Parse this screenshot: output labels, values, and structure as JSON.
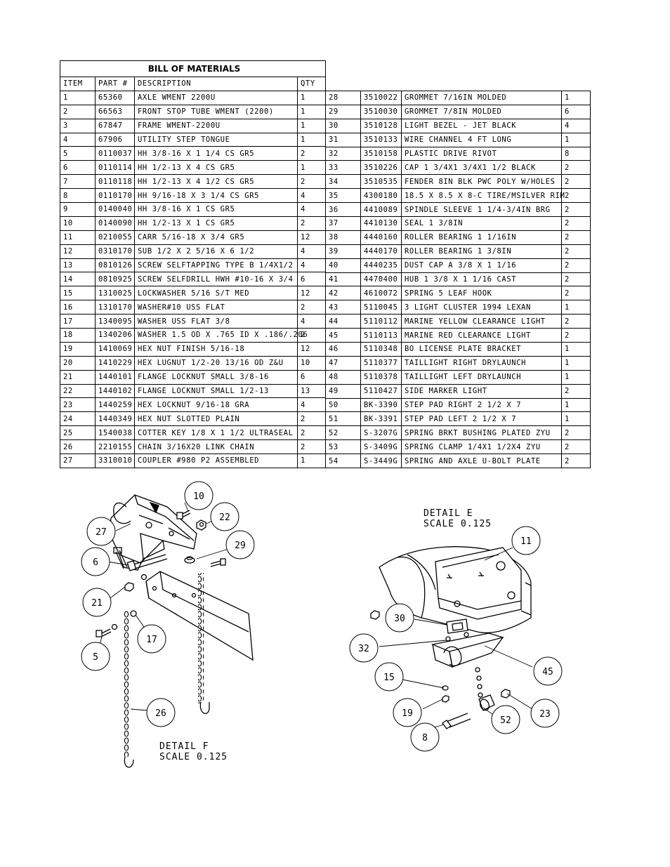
{
  "bom": {
    "title": "BILL OF MATERIALS",
    "headers": {
      "item": "ITEM",
      "part": "PART #",
      "description": "DESCRIPTION",
      "qty": "QTY"
    },
    "rows_left": [
      [
        "1",
        "65360",
        "AXLE WMENT 2200U",
        "1"
      ],
      [
        "2",
        "66563",
        "FRONT STOP TUBE WMENT (2200)",
        "1"
      ],
      [
        "3",
        "67847",
        "FRAME WMENT-2200U",
        "1"
      ],
      [
        "4",
        "67906",
        "UTILITY STEP TONGUE",
        "1"
      ],
      [
        "5",
        "0110037",
        "HH 3/8-16 X 1 1/4 CS GR5",
        "2"
      ],
      [
        "6",
        "0110114",
        "HH 1/2-13 X 4 CS GR5",
        "1"
      ],
      [
        "7",
        "0110118",
        "HH 1/2-13 X 4 1/2 CS GR5",
        "2"
      ],
      [
        "8",
        "0110170",
        "HH 9/16-18 X 3 1/4 CS GR5",
        "4"
      ],
      [
        "9",
        "0140040",
        "HH 3/8-16 X 1 CS GR5",
        "4"
      ],
      [
        "10",
        "0140090",
        "HH 1/2-13 X 1 CS GR5",
        "2"
      ],
      [
        "11",
        "0210055",
        "CARR 5/16-18 X 3/4 GR5",
        "12"
      ],
      [
        "12",
        "0310170",
        "SUB 1/2 X 2 5/16 X 6 1/2",
        "4"
      ],
      [
        "13",
        "0810126",
        "SCREW SELFTAPPING TYPE B 1/4X1/2",
        "4"
      ],
      [
        "14",
        "0810925",
        "SCREW SELFDRILL HWH #10-16 X 3/4",
        "6"
      ],
      [
        "15",
        "1310025",
        "LOCKWASHER 5/16 S/T MED",
        "12"
      ],
      [
        "16",
        "1310170",
        "WASHER#10 USS FLAT",
        "2"
      ],
      [
        "17",
        "1340095",
        "WASHER USS FLAT 3/8",
        "4"
      ],
      [
        "18",
        "1340206",
        "WASHER 1.5 OD X .765 ID X .186/.206",
        "2"
      ],
      [
        "19",
        "1410069",
        "HEX NUT FINISH 5/16-18",
        "12"
      ],
      [
        "20",
        "1410229",
        "HEX LUGNUT 1/2-20 13/16 OD Z&U",
        "10"
      ],
      [
        "21",
        "1440101",
        "FLANGE LOCKNUT SMALL 3/8-16",
        "6"
      ],
      [
        "22",
        "1440102",
        "FLANGE LOCKNUT SMALL 1/2-13",
        "13"
      ],
      [
        "23",
        "1440259",
        "HEX LOCKNUT 9/16-18 GRA",
        "4"
      ],
      [
        "24",
        "1440349",
        "HEX NUT SLOTTED PLAIN",
        "2"
      ],
      [
        "25",
        "1540038",
        "COTTER KEY 1/8 X 1 1/2 ULTRASEAL",
        "2"
      ],
      [
        "26",
        "2210155",
        "CHAIN 3/16X20 LINK CHAIN",
        "2"
      ],
      [
        "27",
        "3310010",
        "COUPLER #980 P2 ASSEMBLED",
        "1"
      ]
    ],
    "rows_right": [
      [
        "28",
        "3510022",
        "GROMMET  7/16IN MOLDED",
        "1"
      ],
      [
        "29",
        "3510030",
        "GROMMET  7/8IN MOLDED",
        "6"
      ],
      [
        "30",
        "3510128",
        "LIGHT BEZEL - JET BLACK",
        "4"
      ],
      [
        "31",
        "3510133",
        "WIRE CHANNEL 4 FT LONG",
        "1"
      ],
      [
        "32",
        "3510158",
        "PLASTIC DRIVE RIVOT",
        "8"
      ],
      [
        "33",
        "3510226",
        "CAP 1 3/4X1 3/4X1 1/2 BLACK",
        "2"
      ],
      [
        "34",
        "3510535",
        "FENDER  8IN BLK PWC POLY W/HOLES",
        "2"
      ],
      [
        "35",
        "4300180",
        "18.5 X 8.5 X 8-C TIRE/MSILVER RIM",
        "2"
      ],
      [
        "36",
        "4410089",
        "SPINDLE SLEEVE  1 1/4-3/4IN BRG",
        "2"
      ],
      [
        "37",
        "4410130",
        "SEAL  1 3/8IN",
        "2"
      ],
      [
        "38",
        "4440160",
        "ROLLER BEARING   1 1/16IN",
        "2"
      ],
      [
        "39",
        "4440170",
        "ROLLER BEARING   1 3/8IN",
        "2"
      ],
      [
        "40",
        "4440235",
        "DUST CAP A 3/8 X 1 1/16",
        "2"
      ],
      [
        "41",
        "4470400",
        "HUB   1 3/8 X 1 1/16 CAST",
        "2"
      ],
      [
        "42",
        "4610072",
        "SPRING  5 LEAF HOOK",
        "2"
      ],
      [
        "43",
        "5110045",
        "3 LIGHT CLUSTER  1994  LEXAN",
        "1"
      ],
      [
        "44",
        "5110112",
        "MARINE YELLOW CLEARANCE LIGHT",
        "2"
      ],
      [
        "45",
        "5110113",
        "MARINE RED CLEARANCE LIGHT",
        "2"
      ],
      [
        "46",
        "5110348",
        "BO LICENSE PLATE BRACKET",
        "1"
      ],
      [
        "47",
        "5110377",
        "TAILLIGHT   RIGHT   DRYLAUNCH",
        "1"
      ],
      [
        "48",
        "5110378",
        "TAILLIGHT   LEFT   DRYLAUNCH",
        "1"
      ],
      [
        "49",
        "5110427",
        "SIDE MARKER LIGHT",
        "2"
      ],
      [
        "50",
        "BK-3390",
        "STEP PAD  RIGHT  2 1/2 X  7",
        "1"
      ],
      [
        "51",
        "BK-3391",
        "STEP PAD  LEFT  2 1/2 X  7",
        "1"
      ],
      [
        "52",
        "S-3207G",
        "SPRING BRKT BUSHING PLATED ZYU",
        "2"
      ],
      [
        "53",
        "S-3409G",
        "SPRING CLAMP   1/4X1 1/2X4  ZYU",
        "2"
      ],
      [
        "54",
        "S-3449G",
        "SPRING AND AXLE U-BOLT PLATE",
        "2"
      ]
    ]
  },
  "detail_f": {
    "label": "DETAIL  F",
    "scale": "SCALE  0.125",
    "callouts": [
      "10",
      "22",
      "27",
      "29",
      "6",
      "21",
      "17",
      "5",
      "26"
    ]
  },
  "detail_e": {
    "label": "DETAIL  E",
    "scale": "SCALE  0.125",
    "callouts": [
      "11",
      "30",
      "32",
      "45",
      "15",
      "19",
      "52",
      "23",
      "8"
    ]
  }
}
